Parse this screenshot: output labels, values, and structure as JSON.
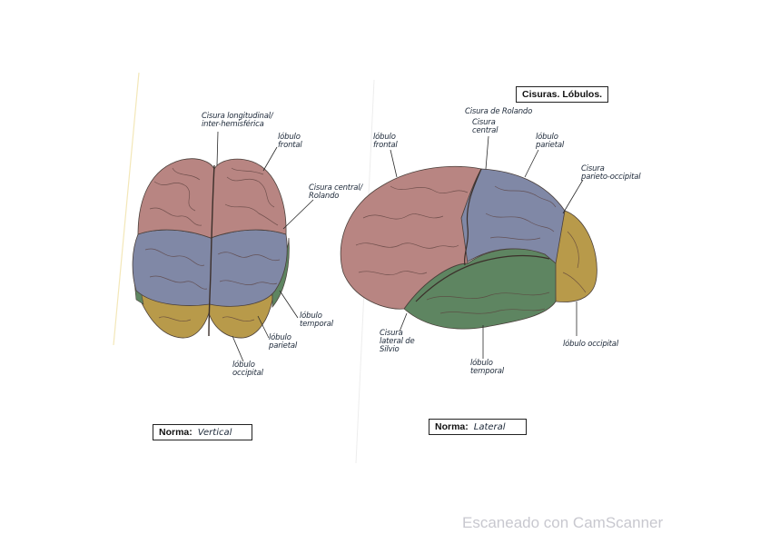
{
  "title_box": "Cisuras. Lóbulos.",
  "vertical_view": {
    "labels": {
      "interhemispheric": [
        "Cisura longitudinal/",
        "inter-hemisférica"
      ],
      "frontal": [
        "lóbulo",
        "frontal"
      ],
      "central": [
        "Cisura central/",
        "Rolando"
      ],
      "temporal": [
        "lóbulo",
        "temporal"
      ],
      "parietal": [
        "lóbulo",
        "parietal"
      ],
      "occipital": [
        "lóbulo",
        "occipital"
      ]
    },
    "norma": {
      "prefix": "Norma:",
      "value": "Vertical"
    }
  },
  "lateral_view": {
    "labels": {
      "lateral_fissure_top": "Cisura de Rolando",
      "central": [
        "Cisura",
        "central"
      ],
      "frontal": [
        "lóbulo",
        "frontal"
      ],
      "parietal": [
        "lóbulo",
        "parietal"
      ],
      "parieto_occipital": [
        "Cisura",
        "parieto-occipital"
      ],
      "sylvius": [
        "Cisura",
        "lateral de",
        "Silvio"
      ],
      "temporal": [
        "lóbulo",
        "temporal"
      ],
      "occipital": "lóbulo occipital"
    },
    "norma": {
      "prefix": "Norma:",
      "value": "Lateral"
    }
  },
  "colors": {
    "frontal": "#b88582",
    "parietal": "#8088a6",
    "temporal": "#5e8561",
    "occipital": "#b89a4a",
    "outline": "#4a3f3a"
  },
  "watermark": "Escaneado con CamScanner"
}
